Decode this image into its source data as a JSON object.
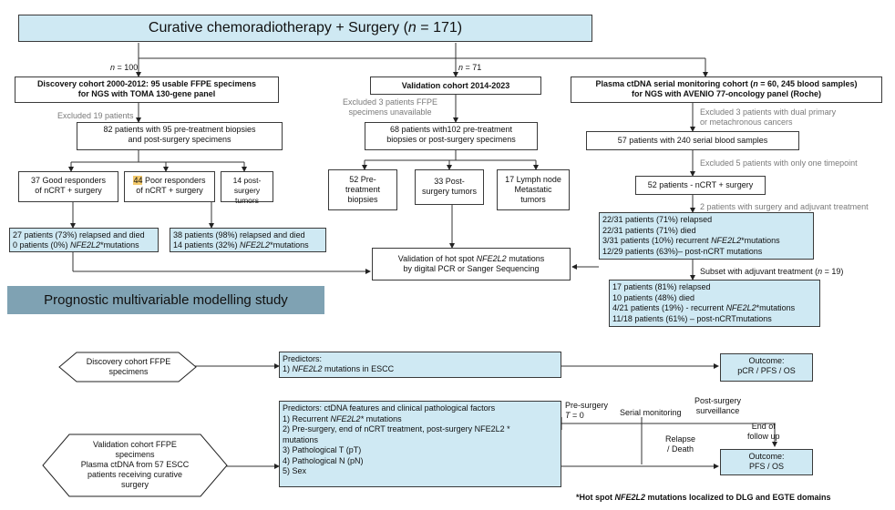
{
  "title": {
    "prefix": "Curative chemoradiotherapy + Surgery (",
    "n": "n",
    "suffix": " = 171)"
  },
  "n100": {
    "n": "n",
    "rest": " = 100"
  },
  "n71": {
    "n": "n",
    "rest": " = 71"
  },
  "discovery": {
    "line1": "Discovery cohort 2000-2012: 95 usable FFPE specimens",
    "line2": "for NGS with TOMA 130-gene panel"
  },
  "validation": {
    "title": "Validation cohort 2014-2023"
  },
  "plasma": {
    "line1": "Plasma ctDNA serial monitoring cohort (",
    "n": "n",
    "line1b": " = 60, 245 blood samples)",
    "line2": "for NGS with AVENIO 77-oncology panel (Roche)"
  },
  "excluded19": "Excluded 19 patients",
  "excluded3a": {
    "line1": "Excluded 3 patients FFPE",
    "line2": "specimens unavailable"
  },
  "excluded3b": {
    "line1": "Excluded 3 patients with dual primary",
    "line2": "or metachronous cancers"
  },
  "excluded5": "Excluded 5 patients with only one timepoint",
  "twoPatients": "2 patients with surgery and adjuvant treatment",
  "box82": {
    "line1": "82 patients with 95 pre-treatment biopsies",
    "line2": "and post-surgery specimens"
  },
  "box68": {
    "line1": "68 patients with102 pre-treatment",
    "line2": "biopsies or post-surgery specimens"
  },
  "box57": "57 patients with 240 serial blood samples",
  "box52n": "52 patients - nCRT + surgery",
  "good": {
    "line1": "37 Good responders",
    "line2": "of nCRT + surgery"
  },
  "poor": {
    "num": "44",
    "line1": " Poor responders",
    "line2": "of nCRT + surgery"
  },
  "post14": {
    "line1": "14 post-surgery",
    "line2": "tumors"
  },
  "pre52": {
    "line1": "52 Pre-",
    "line2": "treatment",
    "line3": "biopsies"
  },
  "post33": {
    "line1": "33 Post-",
    "line2": "surgery tumors"
  },
  "lymph17": {
    "line1": "17 Lymph node",
    "line2": "Metastatic",
    "line3": "tumors"
  },
  "goodOut": {
    "line1": "27 patients (73%) relapsed and died",
    "line2a": "0 patients (0%) ",
    "line2b": "NFE2L2",
    "line2c": "*mutations"
  },
  "poorOut": {
    "line1": "38 patients (98%) relapsed and died",
    "line2a": "14 patients (32%) ",
    "line2b": "NFE2L2",
    "line2c": "*mutations"
  },
  "plasmaOut": {
    "l1": "22/31 patients (71%) relapsed",
    "l2": "22/31 patients (71%) died",
    "l3a": "3/31 patients (10%) recurrent ",
    "l3b": "NFE2L2",
    "l3c": "*mutations",
    "l4": "12/29 patients (63%)– post-nCRT mutations"
  },
  "subset": {
    "a": "Subset with adjuvant treatment (",
    "n": "n",
    "b": " = 19)"
  },
  "adjOut": {
    "l1": "17 patients (81%) relapsed",
    "l2": "10 patients (48%) died",
    "l3a": "4/21 patients (19%) - recurrent ",
    "l3b": "NFE2L2",
    "l3c": "*mutations",
    "l4": "11/18 patients (61%) – post-nCRTmutations"
  },
  "validationHot": {
    "a": "Validation of hot spot ",
    "b": "NFE2L2",
    "c": " mutations",
    "line2": "by digital PCR or Sanger Sequencing"
  },
  "prognostic": "Prognostic multivariable modelling study",
  "discFFPE": {
    "line1": "Discovery cohort FFPE",
    "line2": "specimens"
  },
  "predictors1": {
    "title": "Predictors:",
    "item": "1)  ",
    "itemB": "NFE2L2",
    "itemC": " mutations in ESCC"
  },
  "outcome1": {
    "line1": "Outcome:",
    "line2": "pCR / PFS / OS"
  },
  "validFFPE": {
    "line1": "Validation cohort FFPE",
    "line2": "specimens",
    "line3": "Plasma ctDNA from 57 ESCC",
    "line4": "patients receiving curative",
    "line5": "surgery"
  },
  "predictors2": {
    "title": "Predictors: ctDNA features and clinical pathological factors",
    "i1a": "1)  Recurrent ",
    "i1b": "NFE2L2*",
    "i1c": " mutations",
    "i2": "2)  Pre-surgery, end of nCRT treatment, post-surgery NFE2L2 *",
    "i2b": "     mutations",
    "i3": "3)  Pathological T (pT)",
    "i4": "4)  Pathological N (pN)",
    "i5": "5)  Sex"
  },
  "presurgery": {
    "line1": "Pre-surgery",
    "line2a": "T",
    "line2b": " = 0"
  },
  "serial": "Serial monitoring",
  "postsurv": {
    "line1": "Post-surgery",
    "line2": "surveillance"
  },
  "endfollow": {
    "line1": "End of",
    "line2": "follow up"
  },
  "relapse": {
    "line1": "Relapse",
    "line2": "/ Death"
  },
  "outcome2": {
    "line1": "Outcome:",
    "line2": "PFS / OS"
  },
  "footnote": {
    "a": "*Hot spot ",
    "b": "NFE2L2",
    "c": " mutations localized to DLG and EGTE domains"
  },
  "colors": {
    "box_fill": "#cfe9f3",
    "banner_fill": "#7fa2b3",
    "line": "#3a3a3a",
    "note": "#7a7a7a"
  }
}
